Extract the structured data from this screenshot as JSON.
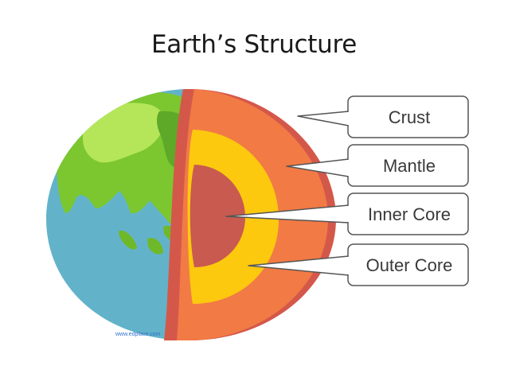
{
  "title": "Earth’s Structure",
  "labels": {
    "crust": "Crust",
    "mantle": "Mantle",
    "inner_core": "Inner Core",
    "outer_core": "Outer Core"
  },
  "watermark": "www.edplace.com",
  "colors": {
    "ocean": "#62b3c9",
    "land_light": "#a9e04a",
    "land_dark": "#6fb82a",
    "crust": "#d4584a",
    "mantle": "#f27a45",
    "outer_core": "#fcc90f",
    "inner_core": "#c85a4f",
    "box_stroke": "#555555"
  }
}
